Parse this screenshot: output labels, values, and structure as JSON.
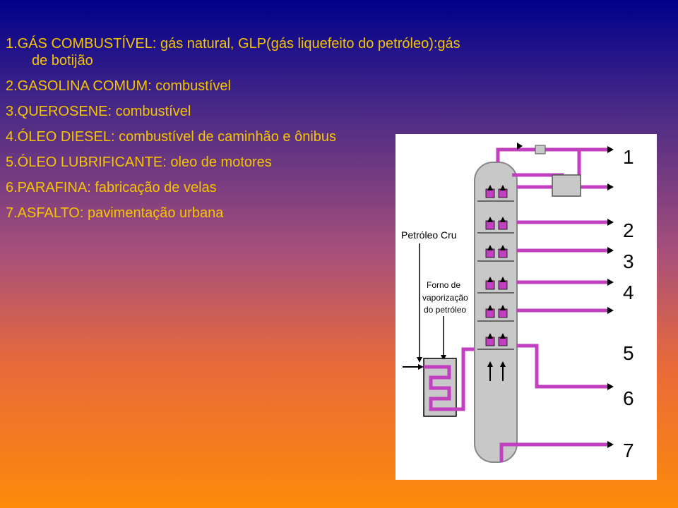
{
  "items": [
    {
      "line1": "1.GÁS COMBUSTÍVEL: gás natural, GLP(gás liquefeito do petróleo):gás",
      "line2": "de botijão"
    },
    {
      "line1": "2.GASOLINA COMUM: combustível"
    },
    {
      "line1": "3.QUEROSENE: combustível"
    },
    {
      "line1": "4.ÓLEO DIESEL: combustível de caminhão e ônibus"
    },
    {
      "line1": "5.ÓLEO LUBRIFICANTE: oleo de motores"
    },
    {
      "line1": "6.PARAFINA: fabricação de velas"
    },
    {
      "line1": "7.ASFALTO: pavimentação urbana"
    }
  ],
  "diagram": {
    "crude_label": "Petróleo Cru",
    "furnace_label": [
      "Forno de",
      "vaporização",
      "do petróleo"
    ],
    "outputs": [
      "1",
      "2",
      "3",
      "4",
      "5",
      "6",
      "7"
    ]
  },
  "colors": {
    "text": "#f5c400",
    "pipe": "#c040c0",
    "column": "#c8c8c8",
    "diagram_bg": "#ffffff"
  }
}
